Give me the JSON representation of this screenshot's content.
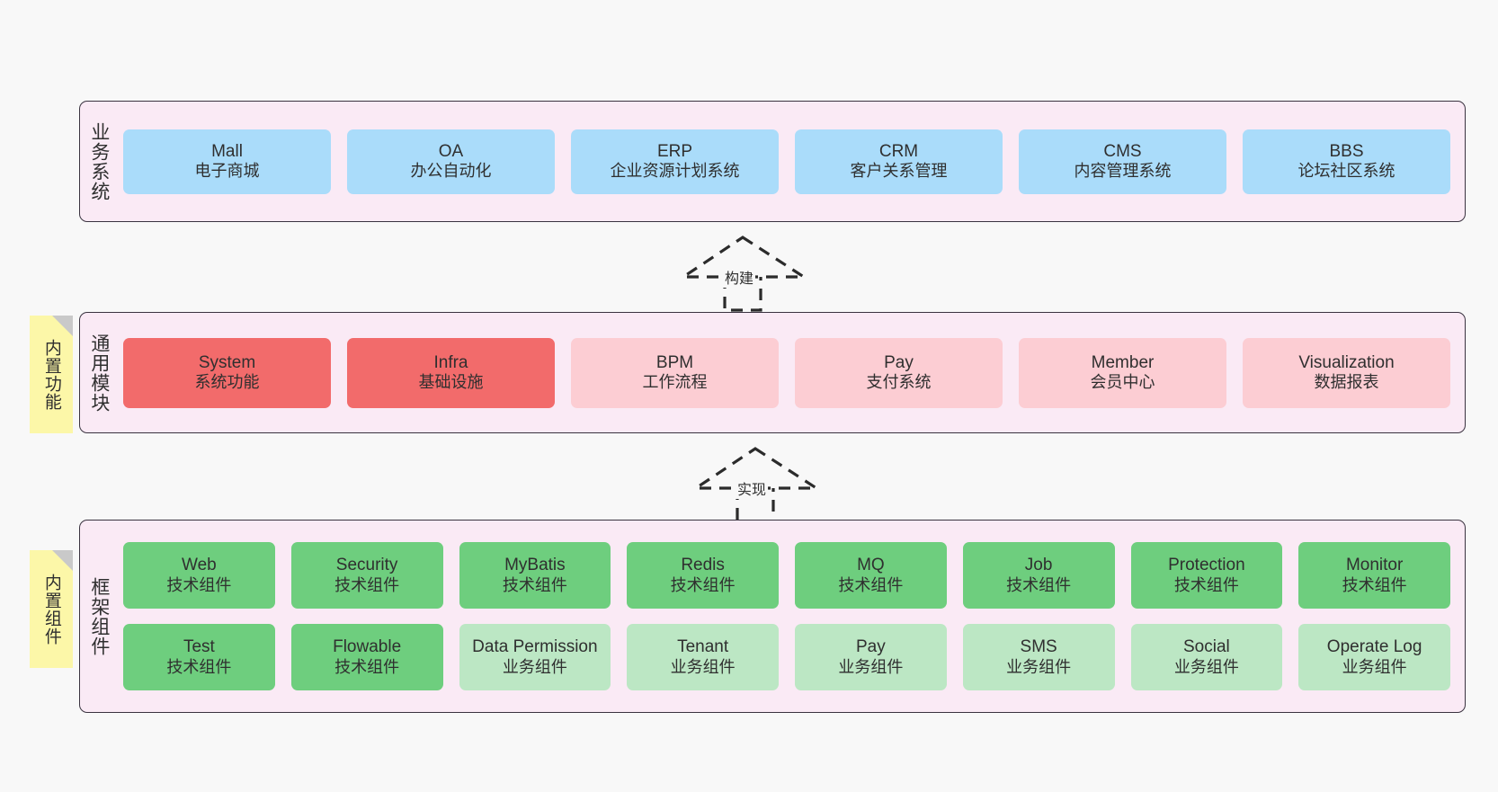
{
  "layers": [
    {
      "label": "业务系统",
      "note": null,
      "rows": [
        {
          "cells": [
            {
              "title": "Mall",
              "subtitle": "电子商城",
              "style": "b-blue"
            },
            {
              "title": "OA",
              "subtitle": "办公自动化",
              "style": "b-blue"
            },
            {
              "title": "ERP",
              "subtitle": "企业资源计划系统",
              "style": "b-blue"
            },
            {
              "title": "CRM",
              "subtitle": "客户关系管理",
              "style": "b-blue"
            },
            {
              "title": "CMS",
              "subtitle": "内容管理系统",
              "style": "b-blue"
            },
            {
              "title": "BBS",
              "subtitle": "论坛社区系统",
              "style": "b-blue"
            }
          ]
        }
      ]
    },
    {
      "label": "通用模块",
      "note": "内置功能",
      "rows": [
        {
          "cells": [
            {
              "title": "System",
              "subtitle": "系统功能",
              "style": "b-red"
            },
            {
              "title": "Infra",
              "subtitle": "基础设施",
              "style": "b-red"
            },
            {
              "title": "BPM",
              "subtitle": "工作流程",
              "style": "b-pink"
            },
            {
              "title": "Pay",
              "subtitle": "支付系统",
              "style": "b-pink"
            },
            {
              "title": "Member",
              "subtitle": "会员中心",
              "style": "b-pink"
            },
            {
              "title": "Visualization",
              "subtitle": "数据报表",
              "style": "b-pink"
            }
          ]
        }
      ]
    },
    {
      "label": "框架组件",
      "note": "内置组件",
      "rows": [
        {
          "cells": [
            {
              "title": "Web",
              "subtitle": "技术组件",
              "style": "b-green"
            },
            {
              "title": "Security",
              "subtitle": "技术组件",
              "style": "b-green"
            },
            {
              "title": "MyBatis",
              "subtitle": "技术组件",
              "style": "b-green"
            },
            {
              "title": "Redis",
              "subtitle": "技术组件",
              "style": "b-green"
            },
            {
              "title": "MQ",
              "subtitle": "技术组件",
              "style": "b-green"
            },
            {
              "title": "Job",
              "subtitle": "技术组件",
              "style": "b-green"
            },
            {
              "title": "Protection",
              "subtitle": "技术组件",
              "style": "b-green"
            },
            {
              "title": "Monitor",
              "subtitle": "技术组件",
              "style": "b-green"
            }
          ]
        },
        {
          "cells": [
            {
              "title": "Test",
              "subtitle": "技术组件",
              "style": "b-green"
            },
            {
              "title": "Flowable",
              "subtitle": "技术组件",
              "style": "b-green"
            },
            {
              "title": "Data Permission",
              "subtitle": "业务组件",
              "style": "b-lgreen"
            },
            {
              "title": "Tenant",
              "subtitle": "业务组件",
              "style": "b-lgreen"
            },
            {
              "title": "Pay",
              "subtitle": "业务组件",
              "style": "b-lgreen"
            },
            {
              "title": "SMS",
              "subtitle": "业务组件",
              "style": "b-lgreen"
            },
            {
              "title": "Social",
              "subtitle": "业务组件",
              "style": "b-lgreen"
            },
            {
              "title": "Operate Log",
              "subtitle": "业务组件",
              "style": "b-lgreen"
            }
          ]
        }
      ]
    }
  ],
  "arrows": [
    {
      "label": "构建"
    },
    {
      "label": "实现"
    }
  ],
  "colors": {
    "canvas": "#f8f8f8",
    "layer_bg": "#faeaf5",
    "layer_border": "#3a3340",
    "blue": "#aadcfa",
    "red": "#f26b6b",
    "pink": "#fccdd3",
    "green": "#6ece7e",
    "light_green": "#bce7c4",
    "note_bg": "#fcf7a8",
    "note_fold": "#c9c9c9",
    "text": "#2f2f2f"
  }
}
